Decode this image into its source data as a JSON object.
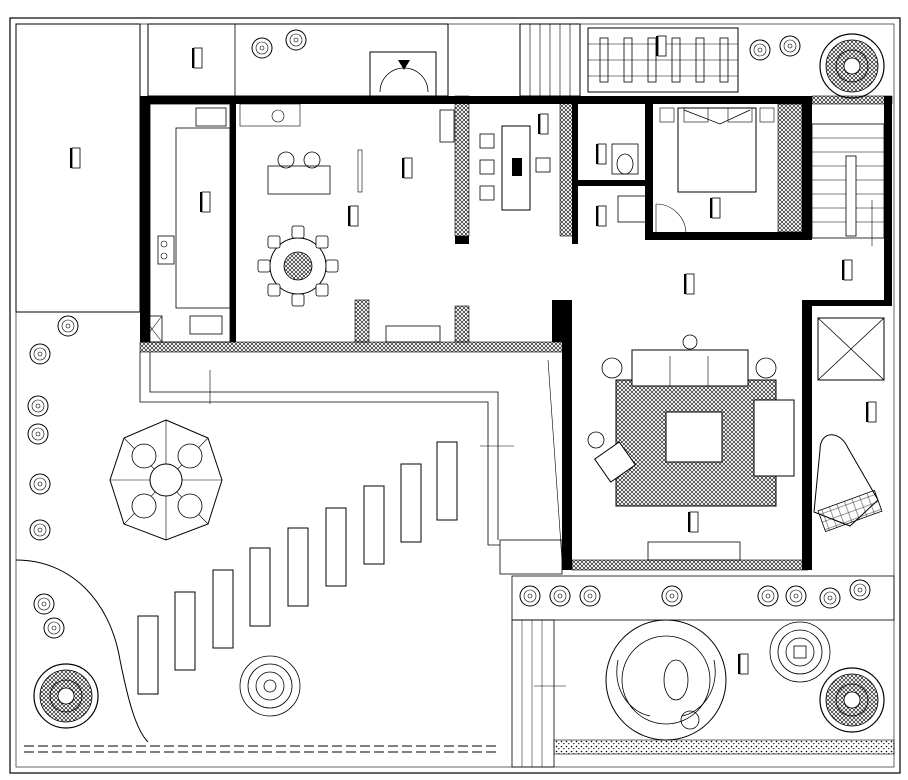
{
  "drawing": {
    "type": "architectural floor plan",
    "line_color": "#000000",
    "background": "#ffffff",
    "wall_fill": "#000000",
    "hatch_style": "dense crosshatch",
    "room_tags": [
      {
        "id": "tag-front-yard-north",
        "icon": "room-label-tag"
      },
      {
        "id": "tag-west-lawn",
        "icon": "room-label-tag"
      },
      {
        "id": "tag-kitchen",
        "icon": "room-label-tag"
      },
      {
        "id": "tag-dining",
        "icon": "room-label-tag"
      },
      {
        "id": "tag-dining-2",
        "icon": "room-label-tag"
      },
      {
        "id": "tag-study",
        "icon": "room-label-tag"
      },
      {
        "id": "tag-bath",
        "icon": "room-label-tag"
      },
      {
        "id": "tag-closet",
        "icon": "room-label-tag"
      },
      {
        "id": "tag-bedroom",
        "icon": "room-label-tag"
      },
      {
        "id": "tag-hall",
        "icon": "room-label-tag"
      },
      {
        "id": "tag-stair",
        "icon": "room-label-tag"
      },
      {
        "id": "tag-living",
        "icon": "room-label-tag"
      },
      {
        "id": "tag-piano",
        "icon": "room-label-tag"
      },
      {
        "id": "tag-terrace",
        "icon": "room-label-tag"
      },
      {
        "id": "tag-garden-seat",
        "icon": "room-label-tag"
      }
    ]
  }
}
